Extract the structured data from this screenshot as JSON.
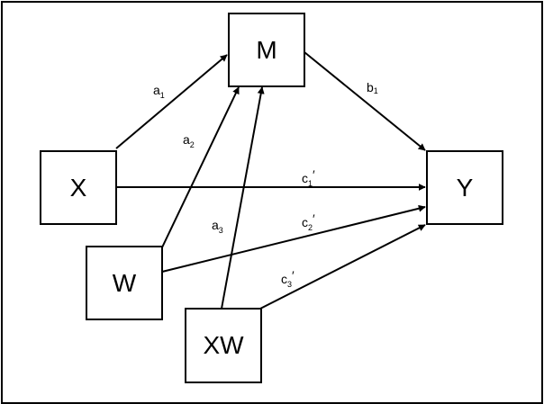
{
  "nodes": {
    "m": "M",
    "x": "X",
    "y": "Y",
    "w": "W",
    "xw": "XW"
  },
  "edges": {
    "a1": {
      "base": "a",
      "sub": "1",
      "prime": ""
    },
    "a2": {
      "base": "a",
      "sub": "2",
      "prime": ""
    },
    "a3": {
      "base": "a",
      "sub": "3",
      "prime": ""
    },
    "b1": {
      "base": "b",
      "sub": "1",
      "prime": ""
    },
    "c1": {
      "base": "c",
      "sub": "1",
      "prime": "′"
    },
    "c2": {
      "base": "c",
      "sub": "2",
      "prime": "′"
    },
    "c3": {
      "base": "c",
      "sub": "3",
      "prime": "′"
    }
  },
  "colors": {
    "stroke": "#000000",
    "background": "#ffffff"
  }
}
